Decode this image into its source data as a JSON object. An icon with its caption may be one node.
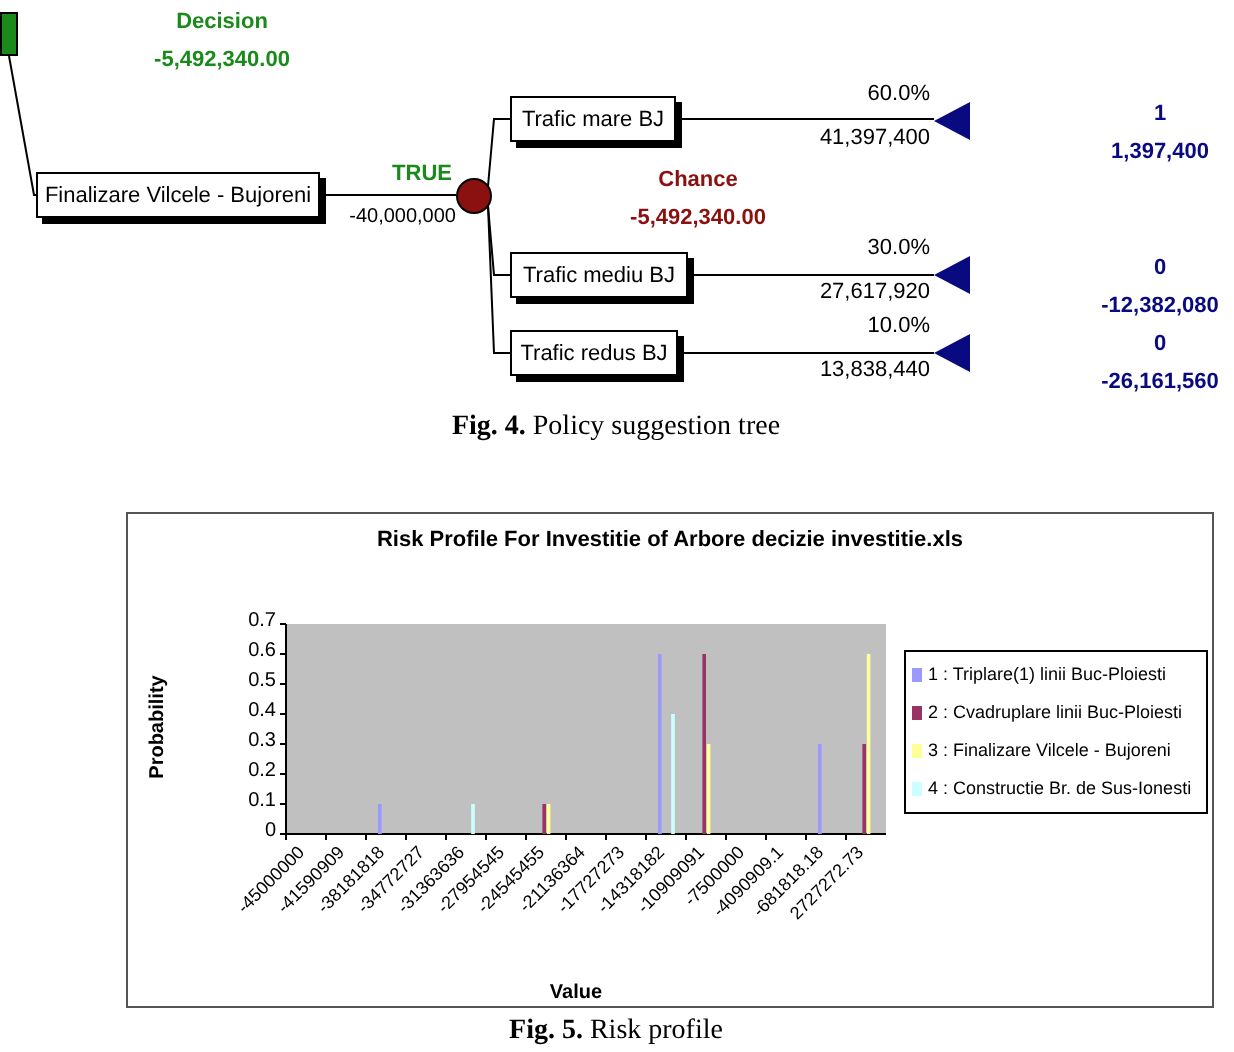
{
  "diagram": {
    "nodes": [
      {
        "text": [],
        "shape": "box",
        "beside": [
          "Decision",
          "-5,492,340.00"
        ]
      },
      {
        "text": [
          "Finalizare Vilcele - Bujoreni"
        ]
      },
      {
        "text": [],
        "shape": "circle",
        "beside": [
          "Chance",
          "-5,492,340.00"
        ]
      },
      {
        "text": [
          "Trafic mare BJ"
        ]
      },
      {
        "text": [
          "Trafic mediu BJ"
        ]
      },
      {
        "text": [
          "Trafic redus BJ"
        ]
      },
      {
        "text": [],
        "shape": "triangle",
        "beside": [
          "1",
          "1,397,400"
        ]
      },
      {
        "text": [],
        "shape": "triangle",
        "beside": [
          "0",
          "-12,382,080"
        ]
      },
      {
        "text": [],
        "shape": "triangle",
        "beside": [
          "0",
          "-26,161,560"
        ]
      }
    ],
    "edges": [
      {
        "from": 0,
        "to": 1,
        "arrow": "none"
      },
      {
        "from": 1,
        "to": 2,
        "arrow": "none",
        "label": "TRUE"
      },
      {
        "from": 2,
        "to": 3,
        "arrow": "none"
      },
      {
        "from": 2,
        "to": 4,
        "arrow": "none"
      },
      {
        "from": 2,
        "to": 5,
        "arrow": "none"
      },
      {
        "from": 3,
        "to": 6,
        "arrow": "none",
        "label": "60.0%"
      },
      {
        "from": 4,
        "to": 7,
        "arrow": "none",
        "label": "30.0%"
      },
      {
        "from": 5,
        "to": 8,
        "arrow": "none",
        "label": "10.0%"
      }
    ],
    "labels": [
      "-40,000,000",
      "41,397,400",
      "27,617,920",
      "13,838,440",
      "**Fig. 4.** Policy suggestion tree",
      "**Fig. 5.** Risk profile"
    ],
    "chart_data": {
      "type": "bar",
      "title": "Risk Profile For Investitie of Arbore decizie investitie.xls",
      "xlabel": "Value",
      "ylabel": "Probability",
      "categories": [
        "-45000000",
        "-41590909",
        "-38181818",
        "-34772727",
        "-31363636",
        "-27954545",
        "-24545455",
        "-21136364",
        "-17727273",
        "-14318182",
        "-10909091",
        "-7500000",
        "-4090909.1",
        "-681818.18",
        "2727272.73"
      ],
      "series": [
        {
          "name": "1 : Triplare(1) linii Buc-Ploiesti",
          "color": "#9999ff",
          "values": [
            null,
            null,
            0.1,
            null,
            null,
            null,
            null,
            null,
            null,
            0.6,
            null,
            null,
            null,
            0.3,
            null
          ]
        },
        {
          "name": "2 : Cvadruplare linii Buc-Ploiesti",
          "color": "#993366",
          "values": [
            null,
            null,
            null,
            null,
            null,
            null,
            0.1,
            null,
            null,
            null,
            0.6,
            null,
            null,
            null,
            0.3
          ]
        },
        {
          "name": "3 : Finalizare Vilcele - Bujoreni",
          "color": "#ffff99",
          "values": [
            null,
            null,
            null,
            null,
            null,
            null,
            0.1,
            null,
            null,
            null,
            0.3,
            null,
            null,
            null,
            0.6
          ]
        },
        {
          "name": "4 : Constructie Br. de Sus-Ionesti",
          "color": "#ccffff",
          "values": [
            null,
            null,
            null,
            null,
            0.1,
            null,
            null,
            null,
            null,
            0.4,
            null,
            null,
            null,
            null,
            null
          ]
        }
      ],
      "legend": "right",
      "ylim": [
        0,
        0.7
      ],
      "yticks": [
        0,
        0.1,
        0.2,
        0.3,
        0.4,
        0.5,
        0.6,
        0.7
      ]
    }
  }
}
